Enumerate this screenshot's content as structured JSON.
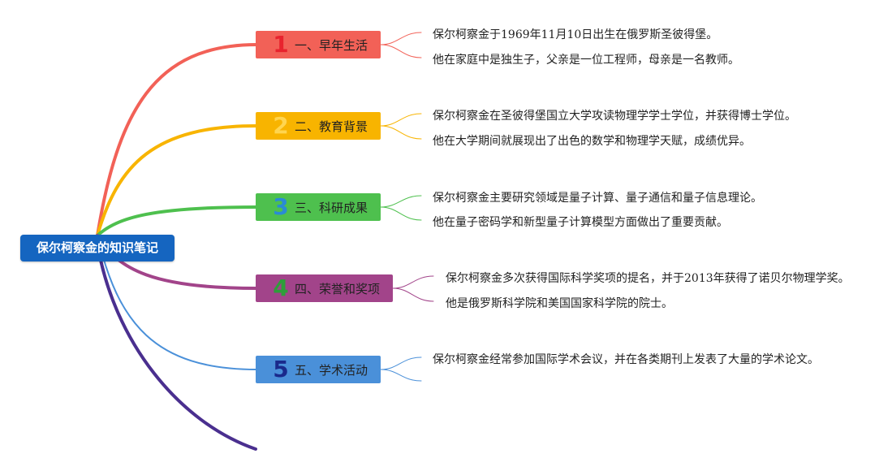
{
  "root": {
    "label": "保尔柯察金的知识笔记"
  },
  "branches": [
    {
      "number": "1",
      "label": "一、早年生活",
      "color": "#f26157",
      "number_color": "#e8232e",
      "details": [
        "保尔柯察金于1969年11月10日出生在俄罗斯圣彼得堡。",
        "他在家庭中是独生子，父亲是一位工程师，母亲是一名教师。"
      ]
    },
    {
      "number": "2",
      "label": "二、教育背景",
      "color": "#f8b400",
      "number_color": "#ffd54f",
      "details": [
        "保尔柯察金在圣彼得堡国立大学攻读物理学学士学位，并获得博士学位。",
        "他在大学期间就展现出了出色的数学和物理学天赋，成绩优异。"
      ]
    },
    {
      "number": "3",
      "label": "三、科研成果",
      "color": "#4ec04e",
      "number_color": "#2a8bd6",
      "details": [
        "保尔柯察金主要研究领域是量子计算、量子通信和量子信息理论。",
        "他在量子密码学和新型量子计算模型方面做出了重要贡献。"
      ]
    },
    {
      "number": "4",
      "label": "四、荣誉和奖项",
      "color": "#a2448a",
      "number_color": "#2e9e3a",
      "details": [
        "保尔柯察金多次获得国际科学奖项的提名，并于2013年获得了诺贝尔物理学奖。",
        "他是俄罗斯科学院和美国国家科学院的院士。"
      ]
    },
    {
      "number": "5",
      "label": "五、学术活动",
      "color": "#4a90d9",
      "number_color": "#1a2a8c",
      "details": [
        "保尔柯察金经常参加国际学术会议，并在各类期刊上发表了大量的学术论文。"
      ]
    }
  ],
  "extra_branch_color": "#4a2f8f"
}
